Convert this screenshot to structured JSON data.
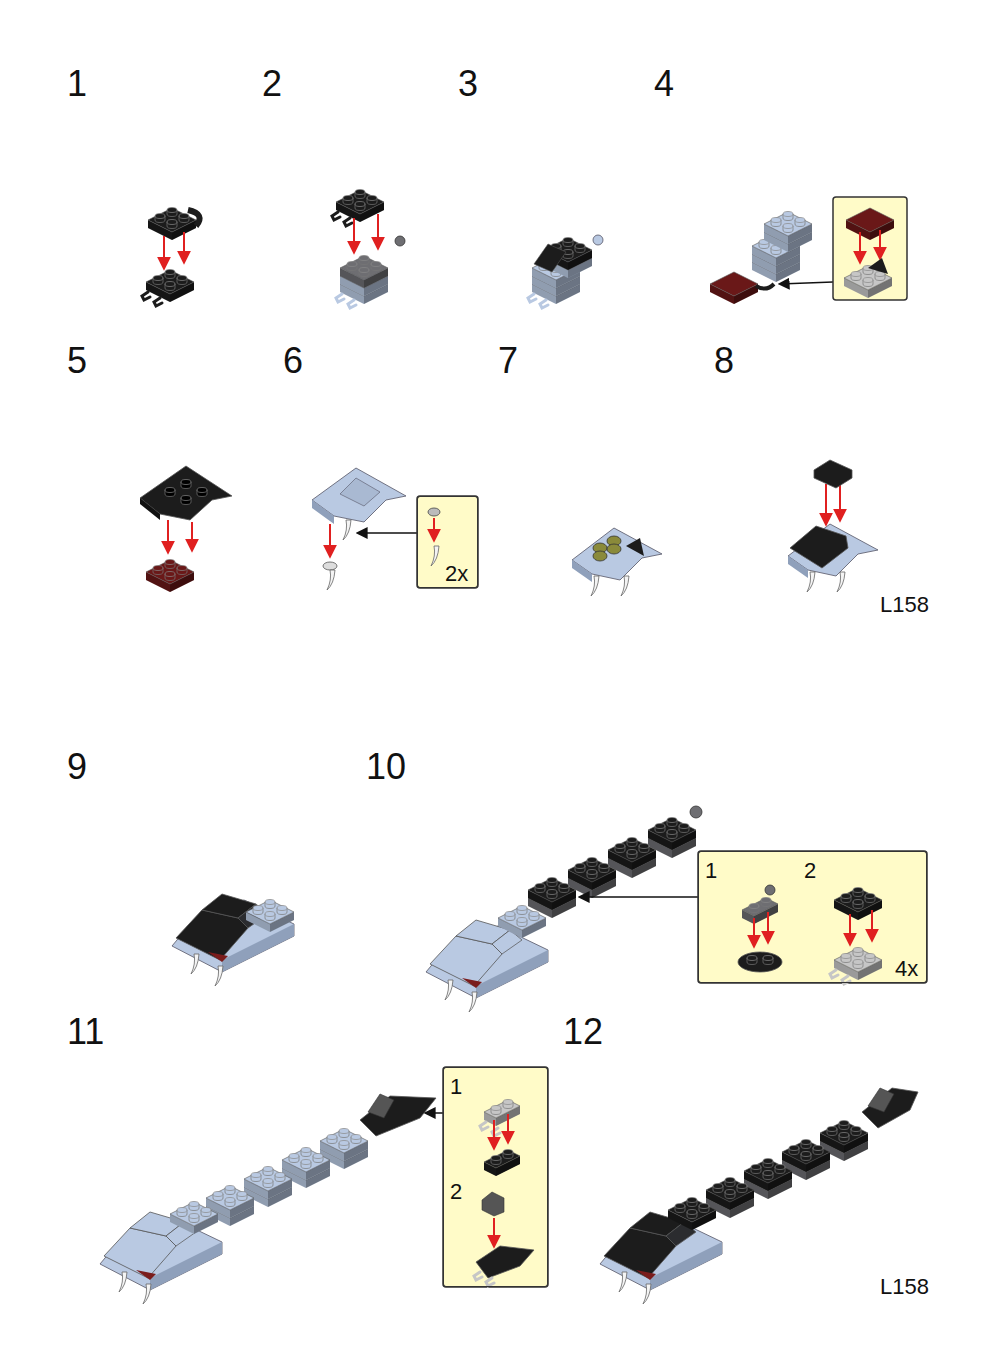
{
  "diagram": {
    "nodes": [
      {
        "text": [
          "2x"
        ]
      },
      {
        "text": [
          "1",
          "2",
          "4x"
        ]
      },
      {
        "text": [
          "1",
          "2"
        ]
      }
    ],
    "labels": [
      "1",
      "2",
      "3",
      "4",
      "5",
      "6",
      "7",
      "8",
      "L158",
      "9",
      "10",
      "11",
      "12",
      "L158"
    ]
  }
}
